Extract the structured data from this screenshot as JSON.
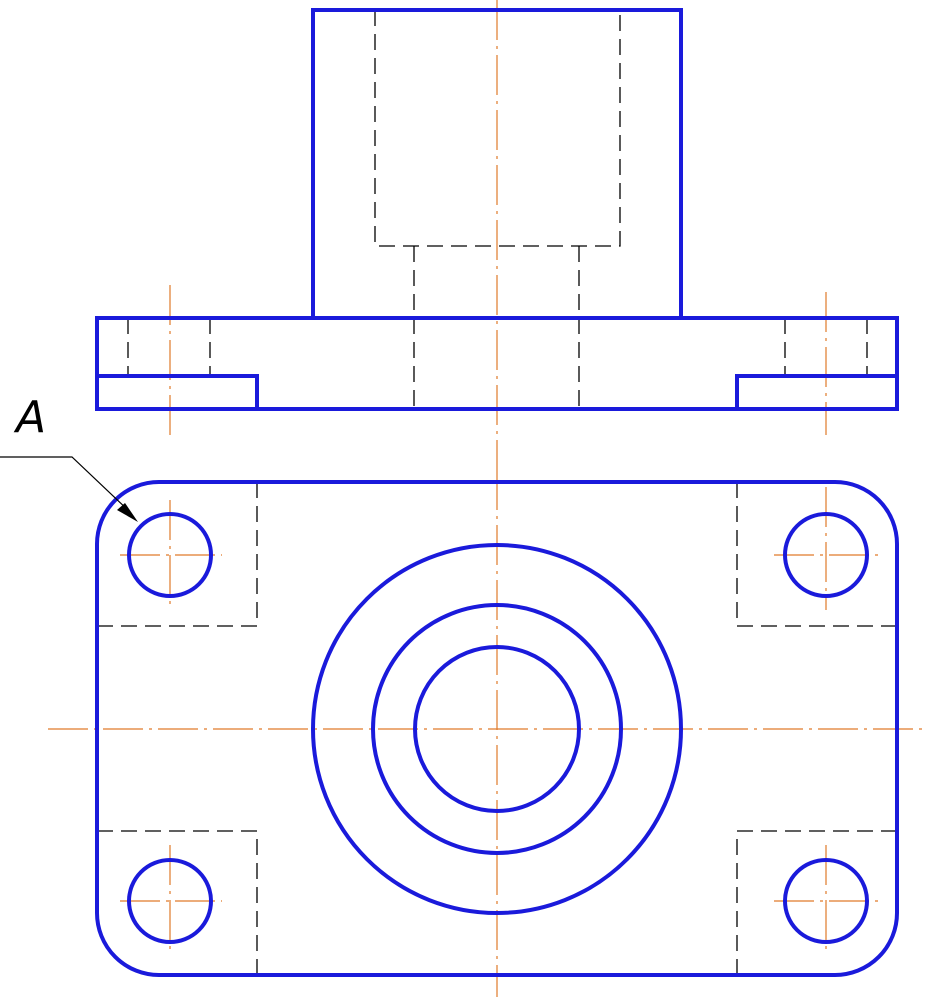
{
  "title": "",
  "annotations": {
    "section_label": "A"
  },
  "colors": {
    "visible_outline": "#1a1adb",
    "hidden_line": "#000000",
    "center_line": "#e07a2a",
    "text": "#000000"
  },
  "views": [
    "front-view",
    "top-view"
  ],
  "line_types": [
    "visible-outline",
    "hidden-line",
    "center-line"
  ]
}
